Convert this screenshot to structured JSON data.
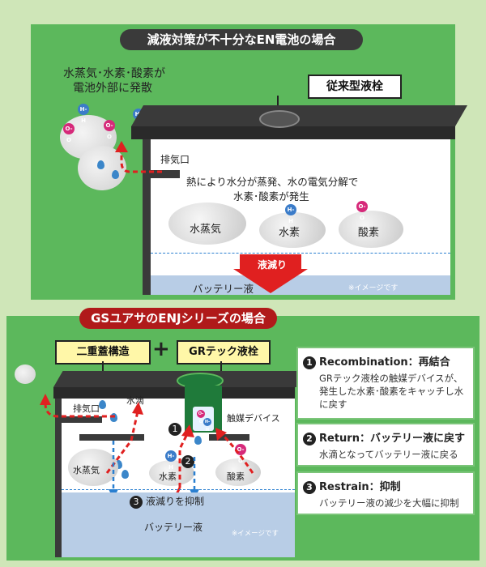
{
  "top": {
    "title": "減液対策が不十分なEN電池の場合",
    "diffuse_line1": "水蒸気･水素･酸素が",
    "diffuse_line2": "電池外部に発散",
    "valve_label": "従来型液栓",
    "exhaust_label": "排気口",
    "heat_line1": "熱により水分が蒸発、水の電気分解で",
    "heat_line2": "水素･酸素が発生",
    "vapor_label": "水蒸気",
    "hydrogen_label": "水素",
    "oxygen_label": "酸素",
    "decrease_label": "液減り",
    "electrolyte_label": "バッテリー液",
    "note": "※イメージです"
  },
  "bottom": {
    "title": "GSユアサのENJシリーズの場合",
    "double_lid": "二重蓋構造",
    "plus": "+",
    "gr_valve": "GRテック液栓",
    "exhaust_label": "排気口",
    "water_drop_label": "水滴",
    "catalyst_label": "触媒デバイス",
    "vapor_label": "水蒸気",
    "hydrogen_label": "水素",
    "oxygen_label": "酸素",
    "restrain_label": "液減りを抑制",
    "electrolyte_label": "バッテリー液",
    "note": "※イメージです",
    "num1": "1",
    "num2": "2",
    "num3": "3"
  },
  "info": [
    {
      "num": "1",
      "head": "Recombination：再結合",
      "body": "GRテック液栓の触媒デバイスが、発生した水素･酸素をキャッチし水に戻す"
    },
    {
      "num": "2",
      "head": "Return：バッテリー液に戻す",
      "body": "水滴となってバッテリー液に戻る"
    },
    {
      "num": "3",
      "head": "Restrain：抑制",
      "body": "バッテリー液の減少を大幅に抑制"
    }
  ],
  "molecules": {
    "o2": "O-O",
    "h2": "H-H"
  },
  "colors": {
    "panel_bg": "#5cb85c",
    "outer_bg": "#cfe6b8",
    "battery_top": "#3a3a3a",
    "electrolyte": "#b8cde6",
    "arrow_red": "#e02020",
    "arrow_blue": "#2a7fd0",
    "oxygen": "#d6297a",
    "hydrogen": "#3b7cc9",
    "title_bottom": "#b01a1a"
  }
}
